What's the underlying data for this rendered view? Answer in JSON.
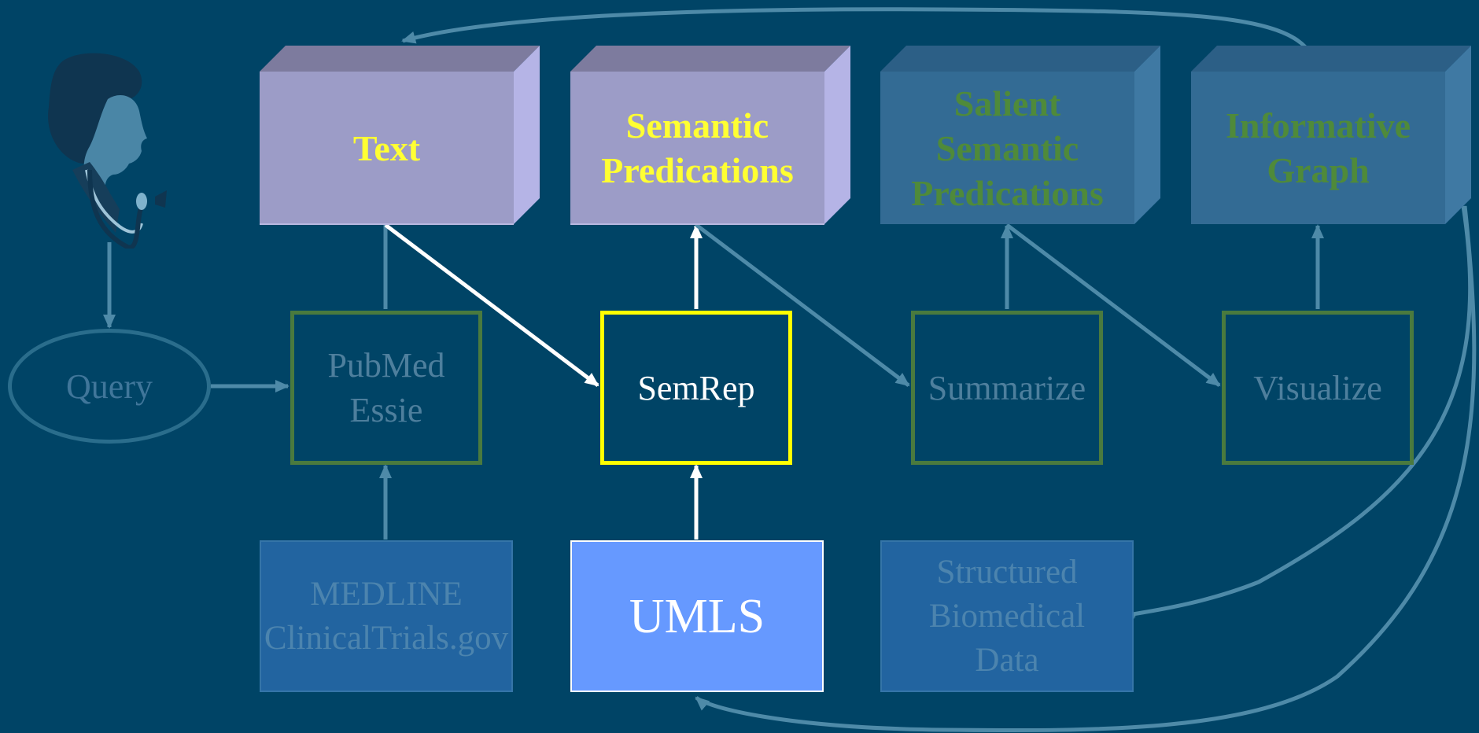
{
  "diagram": {
    "boxes": {
      "text": [
        "Text"
      ],
      "semantic_predications": [
        "Semantic",
        "Predications"
      ],
      "salient_semantic_predications": [
        "Salient",
        "Semantic",
        "Predications"
      ],
      "informative_graph": [
        "Informative",
        "Graph"
      ]
    },
    "processes": {
      "query": "Query",
      "pubmed_essie": [
        "PubMed",
        "Essie"
      ],
      "semrep": "SemRep",
      "summarize": "Summarize",
      "visualize": "Visualize"
    },
    "sources": {
      "medline": [
        "MEDLINE",
        "ClinicalTrials.gov"
      ],
      "umls": "UMLS",
      "structured": [
        "Structured",
        "Biomedical",
        "Data"
      ]
    },
    "colors": {
      "background": "#004466",
      "active_box": "#9c9cc7",
      "dim_box": "#336b94",
      "highlight_text": "#ffff33",
      "dim_text": "#4f8a3a",
      "process_border": "#4a7a3e",
      "semrep_border": "#ffff00",
      "umls_fill": "#6699ff",
      "arrow_dim": "#4e8aa8",
      "arrow_active": "#ffffff"
    },
    "icons": [
      "physician-icon"
    ]
  }
}
